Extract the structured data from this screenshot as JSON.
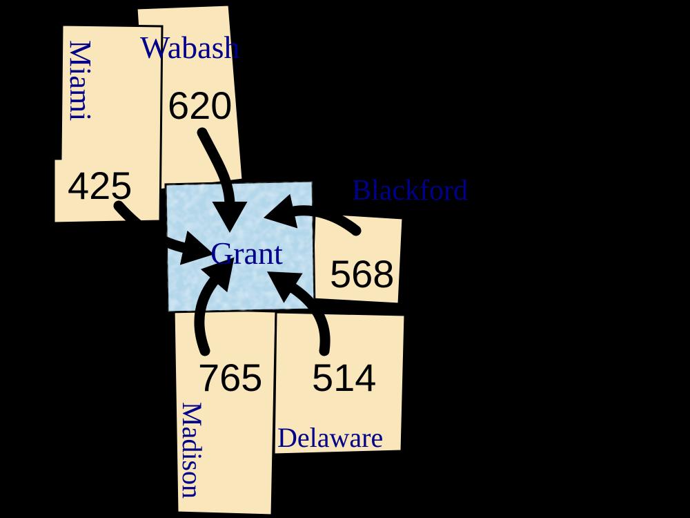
{
  "colors": {
    "background": "#000000",
    "county_fill": "#f9e6bb",
    "center_county_fill": "#b2d6ea",
    "border": "#000000",
    "county_label": "#00008b",
    "value_text": "#000000",
    "arrow": "#000000"
  },
  "center": {
    "name": "Grant"
  },
  "counties": [
    {
      "name": "Miami",
      "value": "425"
    },
    {
      "name": "Wabash",
      "value": "620"
    },
    {
      "name": "Blackford",
      "value": "568"
    },
    {
      "name": "Madison",
      "value": "765"
    },
    {
      "name": "Delaware",
      "value": "514"
    }
  ],
  "flows": [
    {
      "from": "Miami",
      "to": "Grant",
      "value": 425
    },
    {
      "from": "Wabash",
      "to": "Grant",
      "value": 620
    },
    {
      "from": "Blackford",
      "to": "Grant",
      "value": 568
    },
    {
      "from": "Madison",
      "to": "Grant",
      "value": 765
    },
    {
      "from": "Delaware",
      "to": "Grant",
      "value": 514
    }
  ]
}
